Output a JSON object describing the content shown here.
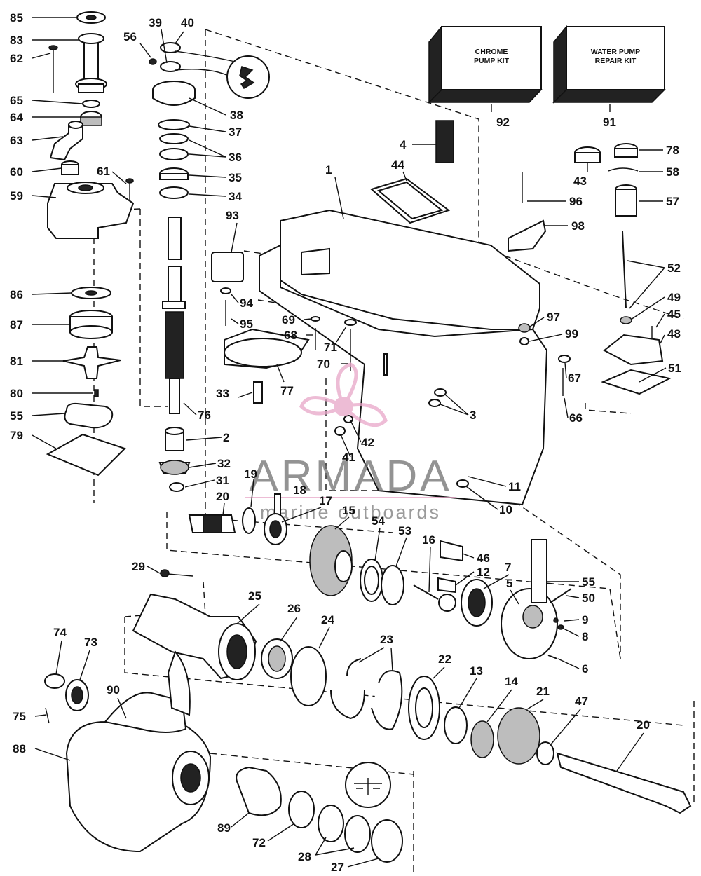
{
  "kits": {
    "chrome_line1": "CHROME",
    "chrome_line2": "PUMP KIT",
    "water_line1": "WATER PUMP",
    "water_line2": "REPAIR KIT"
  },
  "watermark": {
    "brand": "ARMADA",
    "tagline": "marine outboards",
    "logo_color": "#e8a6c8"
  },
  "callouts": [
    {
      "id": "c85",
      "text": "85"
    },
    {
      "id": "c83",
      "text": "83"
    },
    {
      "id": "c62",
      "text": "62"
    },
    {
      "id": "c65",
      "text": "65"
    },
    {
      "id": "c64",
      "text": "64"
    },
    {
      "id": "c63",
      "text": "63"
    },
    {
      "id": "c60",
      "text": "60"
    },
    {
      "id": "c61",
      "text": "61"
    },
    {
      "id": "c59",
      "text": "59"
    },
    {
      "id": "c86",
      "text": "86"
    },
    {
      "id": "c87",
      "text": "87"
    },
    {
      "id": "c81",
      "text": "81"
    },
    {
      "id": "c80",
      "text": "80"
    },
    {
      "id": "c55a",
      "text": "55"
    },
    {
      "id": "c79",
      "text": "79"
    },
    {
      "id": "c56",
      "text": "56"
    },
    {
      "id": "c39",
      "text": "39"
    },
    {
      "id": "c40",
      "text": "40"
    },
    {
      "id": "c38",
      "text": "38"
    },
    {
      "id": "c37",
      "text": "37"
    },
    {
      "id": "c36",
      "text": "36"
    },
    {
      "id": "c35",
      "text": "35"
    },
    {
      "id": "c34",
      "text": "34"
    },
    {
      "id": "c93",
      "text": "93"
    },
    {
      "id": "c94",
      "text": "94"
    },
    {
      "id": "c95",
      "text": "95"
    },
    {
      "id": "c33",
      "text": "33"
    },
    {
      "id": "c77",
      "text": "77"
    },
    {
      "id": "c76",
      "text": "76"
    },
    {
      "id": "c2",
      "text": "2"
    },
    {
      "id": "c32",
      "text": "32"
    },
    {
      "id": "c31",
      "text": "31"
    },
    {
      "id": "c1",
      "text": "1"
    },
    {
      "id": "c44",
      "text": "44"
    },
    {
      "id": "c4",
      "text": "4"
    },
    {
      "id": "c92",
      "text": "92"
    },
    {
      "id": "c91",
      "text": "91"
    },
    {
      "id": "c43",
      "text": "43"
    },
    {
      "id": "c78",
      "text": "78"
    },
    {
      "id": "c58",
      "text": "58"
    },
    {
      "id": "c96",
      "text": "96"
    },
    {
      "id": "c57",
      "text": "57"
    },
    {
      "id": "c98",
      "text": "98"
    },
    {
      "id": "c52",
      "text": "52"
    },
    {
      "id": "c49",
      "text": "49"
    },
    {
      "id": "c45",
      "text": "45"
    },
    {
      "id": "c48",
      "text": "48"
    },
    {
      "id": "c97",
      "text": "97"
    },
    {
      "id": "c99",
      "text": "99"
    },
    {
      "id": "c69",
      "text": "69"
    },
    {
      "id": "c68",
      "text": "68"
    },
    {
      "id": "c71",
      "text": "71"
    },
    {
      "id": "c70",
      "text": "70"
    },
    {
      "id": "c67",
      "text": "67"
    },
    {
      "id": "c51",
      "text": "51"
    },
    {
      "id": "c66",
      "text": "66"
    },
    {
      "id": "c3",
      "text": "3"
    },
    {
      "id": "c42",
      "text": "42"
    },
    {
      "id": "c41",
      "text": "41"
    },
    {
      "id": "c11",
      "text": "11"
    },
    {
      "id": "c10",
      "text": "10"
    },
    {
      "id": "c19",
      "text": "19"
    },
    {
      "id": "c18",
      "text": "18"
    },
    {
      "id": "c17",
      "text": "17"
    },
    {
      "id": "c20a",
      "text": "20"
    },
    {
      "id": "c15",
      "text": "15"
    },
    {
      "id": "c54",
      "text": "54"
    },
    {
      "id": "c53",
      "text": "53"
    },
    {
      "id": "c16",
      "text": "16"
    },
    {
      "id": "c46",
      "text": "46"
    },
    {
      "id": "c12",
      "text": "12"
    },
    {
      "id": "c7",
      "text": "7"
    },
    {
      "id": "c5",
      "text": "5"
    },
    {
      "id": "c55b",
      "text": "55"
    },
    {
      "id": "c50",
      "text": "50"
    },
    {
      "id": "c9",
      "text": "9"
    },
    {
      "id": "c8",
      "text": "8"
    },
    {
      "id": "c6",
      "text": "6"
    },
    {
      "id": "c29",
      "text": "29"
    },
    {
      "id": "c25",
      "text": "25"
    },
    {
      "id": "c26",
      "text": "26"
    },
    {
      "id": "c24",
      "text": "24"
    },
    {
      "id": "c23",
      "text": "23"
    },
    {
      "id": "c22",
      "text": "22"
    },
    {
      "id": "c13",
      "text": "13"
    },
    {
      "id": "c14",
      "text": "14"
    },
    {
      "id": "c21",
      "text": "21"
    },
    {
      "id": "c47",
      "text": "47"
    },
    {
      "id": "c20b",
      "text": "20"
    },
    {
      "id": "c74",
      "text": "74"
    },
    {
      "id": "c73",
      "text": "73"
    },
    {
      "id": "c90",
      "text": "90"
    },
    {
      "id": "c75",
      "text": "75"
    },
    {
      "id": "c88",
      "text": "88"
    },
    {
      "id": "c89",
      "text": "89"
    },
    {
      "id": "c72",
      "text": "72"
    },
    {
      "id": "c28",
      "text": "28"
    },
    {
      "id": "c27",
      "text": "27"
    }
  ]
}
